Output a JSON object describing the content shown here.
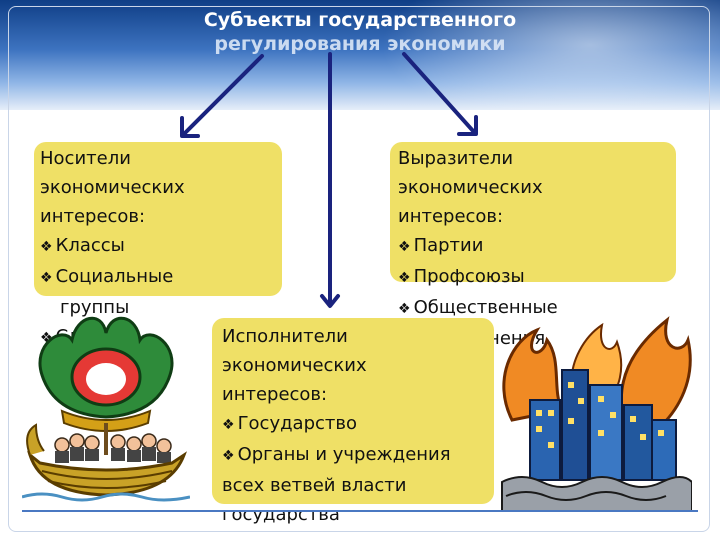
{
  "title": {
    "line1": "Субъекты государственного",
    "line2": "регулирования экономики"
  },
  "boxes": {
    "left": {
      "lines": [
        "Носители",
        "экономических",
        "интересов:"
      ],
      "bullets": [
        "Классы",
        "Социальные"
      ],
      "tail": [
        "группы",
        "Слои"
      ]
    },
    "right": {
      "lines": [
        "Выразители",
        "экономических",
        "интересов:"
      ],
      "bullets": [
        "Партии",
        "Профсоюзы",
        "Общественные"
      ],
      "tail": [
        "объединения"
      ]
    },
    "center": {
      "lines": [
        "Исполнители",
        "экономических",
        "интересов:"
      ],
      "bullets": [
        "Государство",
        "Органы и учреждения"
      ],
      "tail": [
        "всех ветвей власти",
        "государства"
      ]
    }
  },
  "colors": {
    "box_fill": "#efe066",
    "arrow": "#1a237e",
    "title_band": "#1e4f9e"
  }
}
